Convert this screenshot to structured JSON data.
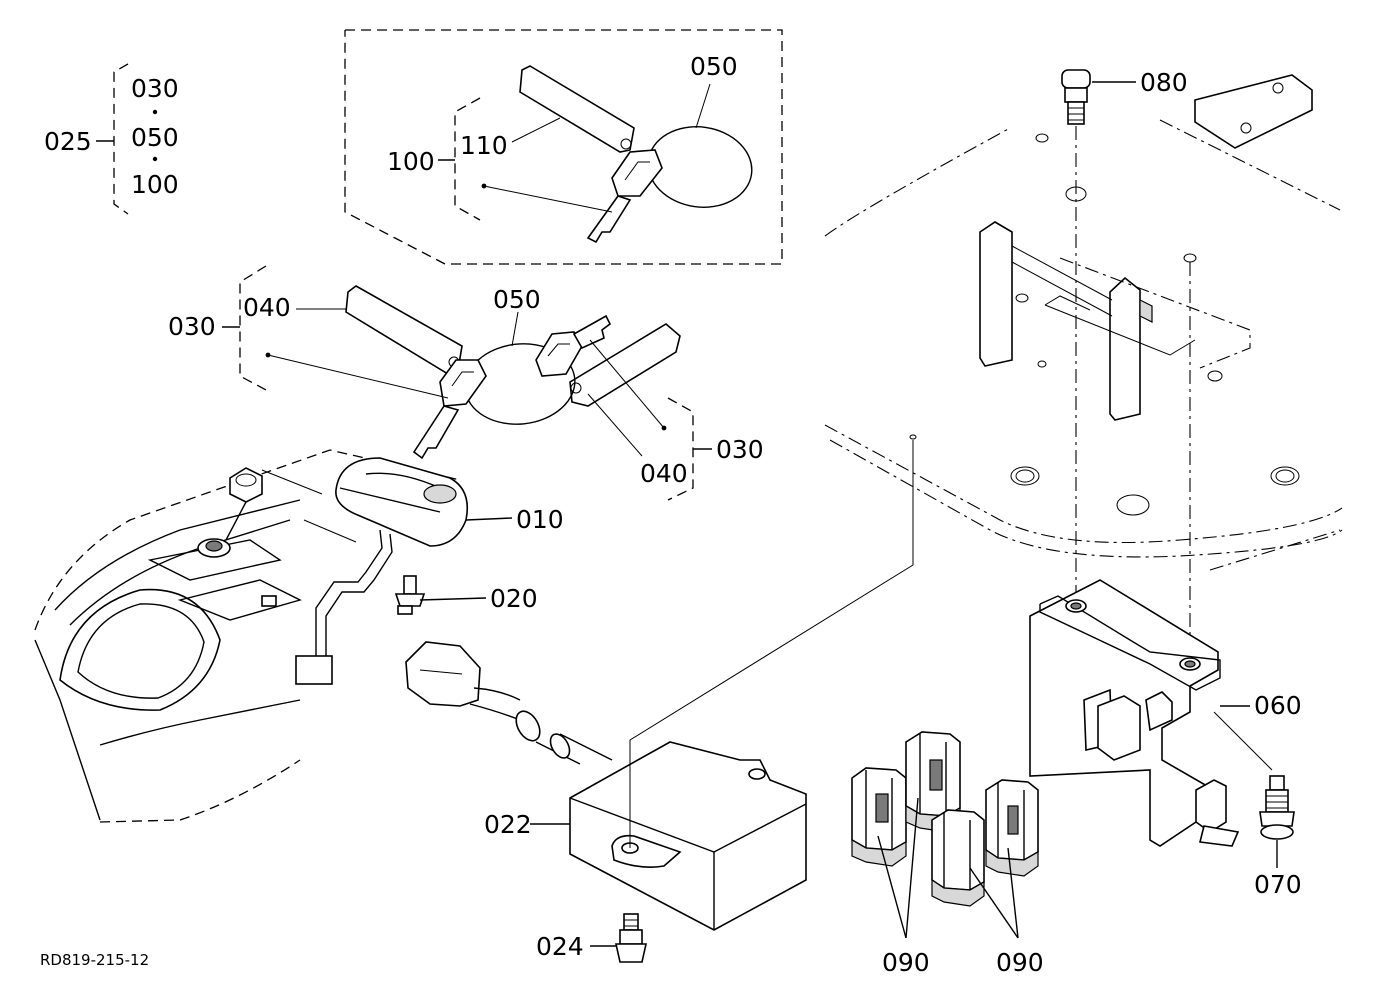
{
  "drawing_code": "RD819-215-12",
  "labels": {
    "l025": "025",
    "l030_top": "030",
    "l050_top": "050",
    "l100_top": "100",
    "l050_box": "050",
    "l110": "110",
    "l100_box": "100",
    "l080": "080",
    "l030_left": "030",
    "l040_left": "040",
    "l050_mid": "050",
    "l030_right": "030",
    "l040_right": "040",
    "l010": "010",
    "l020": "020",
    "l060": "060",
    "l022": "022",
    "l070": "070",
    "l024": "024",
    "l090_a": "090",
    "l090_b": "090"
  }
}
